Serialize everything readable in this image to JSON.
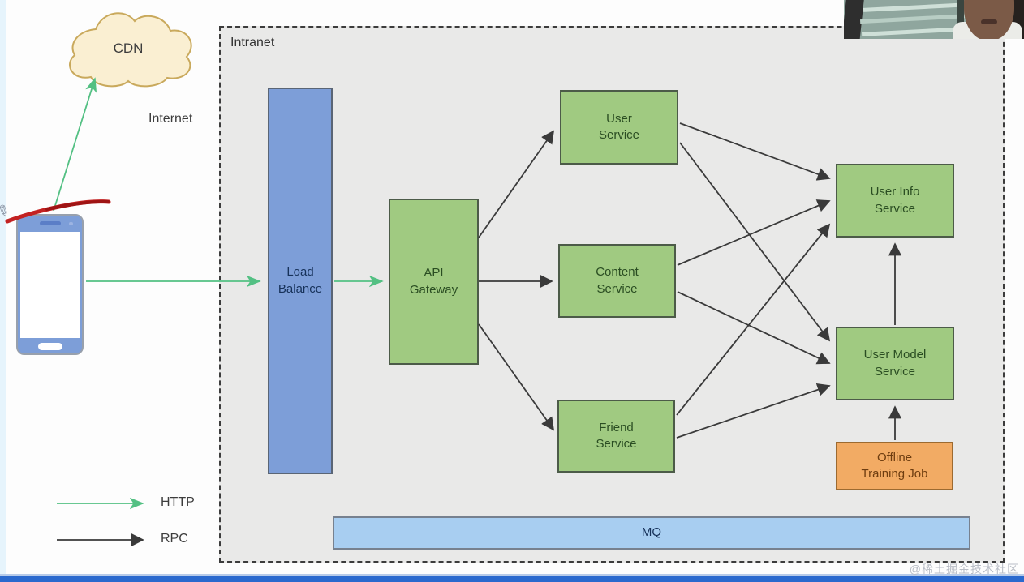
{
  "diagram": {
    "intranet_label": "Intranet",
    "internet_label": "Internet",
    "nodes": {
      "cdn": {
        "label": "CDN"
      },
      "load_balance": {
        "label": "Load Balance"
      },
      "api_gateway": {
        "label": "API Gateway"
      },
      "user_service": {
        "label": "User Service"
      },
      "content_service": {
        "label": "Content Service"
      },
      "friend_service": {
        "label": "Friend Service"
      },
      "user_info_service": {
        "label": "User Info Service"
      },
      "user_model_service": {
        "label": "User Model Service"
      },
      "offline_training_job": {
        "label": "Offline Training Job"
      },
      "mq": {
        "label": "MQ"
      }
    },
    "edges": [
      {
        "from": "mobile_client",
        "to": "cdn",
        "type": "HTTP"
      },
      {
        "from": "mobile_client",
        "to": "load_balance",
        "type": "HTTP"
      },
      {
        "from": "load_balance",
        "to": "api_gateway",
        "type": "HTTP"
      },
      {
        "from": "api_gateway",
        "to": "user_service",
        "type": "RPC"
      },
      {
        "from": "api_gateway",
        "to": "content_service",
        "type": "RPC"
      },
      {
        "from": "api_gateway",
        "to": "friend_service",
        "type": "RPC"
      },
      {
        "from": "user_service",
        "to": "user_info_service",
        "type": "RPC"
      },
      {
        "from": "user_service",
        "to": "user_model_service",
        "type": "RPC"
      },
      {
        "from": "content_service",
        "to": "user_info_service",
        "type": "RPC"
      },
      {
        "from": "content_service",
        "to": "user_model_service",
        "type": "RPC"
      },
      {
        "from": "friend_service",
        "to": "user_info_service",
        "type": "RPC"
      },
      {
        "from": "friend_service",
        "to": "user_model_service",
        "type": "RPC"
      },
      {
        "from": "user_model_service",
        "to": "user_info_service",
        "type": "RPC"
      },
      {
        "from": "offline_training_job",
        "to": "user_model_service",
        "type": "RPC"
      }
    ],
    "legend": {
      "http_label": "HTTP",
      "rpc_label": "RPC",
      "http_color": "#53c083",
      "rpc_color": "#3a3a3a"
    },
    "colors": {
      "service_fill": "#a0ca81",
      "load_balance_fill": "#7d9ed8",
      "mq_fill": "#a8cef1",
      "offline_fill": "#f2ab64",
      "cloud_fill": "#faefd2",
      "intranet_bg": "#e9e9e8",
      "annotation_red": "#c32222"
    }
  },
  "overlay": {
    "watermark": "@稀土掘金技术社区"
  }
}
